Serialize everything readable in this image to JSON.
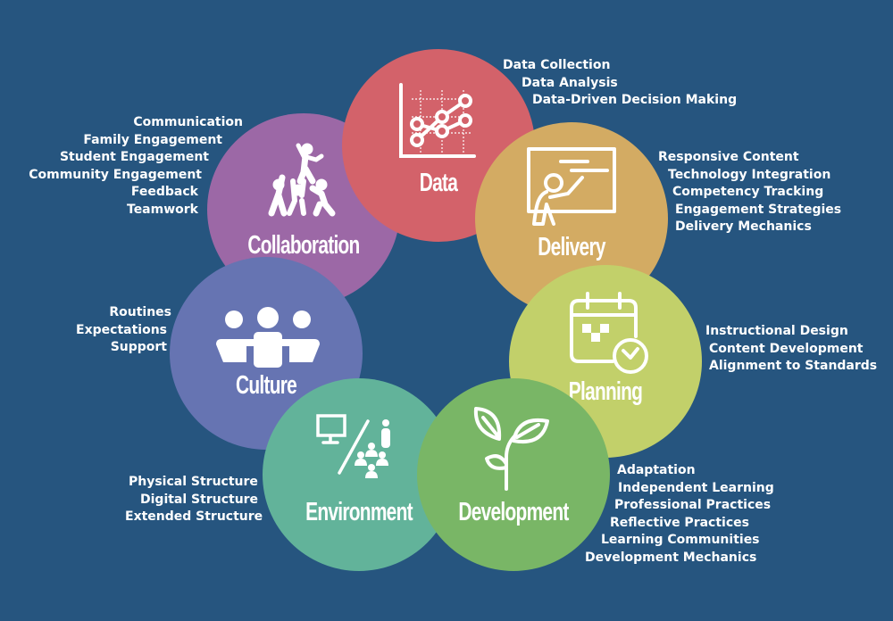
{
  "colors": {
    "background": "#26557f",
    "data": "#d3626a",
    "delivery": "#d3ab63",
    "planning": "#c2d06a",
    "development": "#79b666",
    "environment": "#62b39a",
    "culture": "#6674b2",
    "collaboration": "#9c68a6"
  },
  "nodes": {
    "data": {
      "title": "Data",
      "icon": "line-chart-icon",
      "items": [
        "Data Collection",
        "Data Analysis",
        "Data-Driven Decision Making"
      ]
    },
    "delivery": {
      "title": "Delivery",
      "icon": "teacher-whiteboard-icon",
      "items": [
        "Responsive Content",
        "Technology Integration",
        "Competency Tracking",
        "Engagement Strategies",
        "Delivery Mechanics"
      ]
    },
    "planning": {
      "title": "Planning",
      "icon": "calendar-clock-icon",
      "items": [
        "Instructional Design",
        "Content Development",
        "Alignment to Standards"
      ]
    },
    "development": {
      "title": "Development",
      "icon": "sprout-icon",
      "items": [
        "Adaptation",
        "Independent Learning",
        "Professional Practices",
        "Reflective Practices",
        "Learning Communities",
        "Development Mechanics"
      ]
    },
    "environment": {
      "title": "Environment",
      "icon": "computer-classroom-icon",
      "items": [
        "Physical Structure",
        "Digital Structure",
        "Extended Structure"
      ]
    },
    "culture": {
      "title": "Culture",
      "icon": "group-hug-icon",
      "items": [
        "Routines",
        "Expectations",
        "Support"
      ]
    },
    "collaboration": {
      "title": "Collaboration",
      "icon": "human-pyramid-icon",
      "items": [
        "Communication",
        "Family Engagement",
        "Student Engagement",
        "Community Engagement",
        "Feedback",
        "Teamwork"
      ]
    }
  }
}
